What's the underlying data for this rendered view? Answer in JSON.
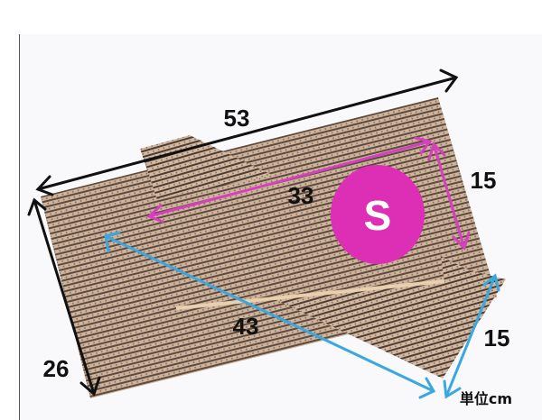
{
  "dimensions": {
    "large_length": "53",
    "large_width": "26",
    "small_length": "33",
    "small_width": "15",
    "medium_length": "43",
    "medium_width": "15"
  },
  "size_badge": "S",
  "unit_label": "単位cm",
  "colors": {
    "badge": "#dc2fb5",
    "small_arrows": "#d63fbf",
    "medium_arrows": "#3aa8e0",
    "large_arrows": "#111111",
    "cardboard": "#c9a98a"
  }
}
